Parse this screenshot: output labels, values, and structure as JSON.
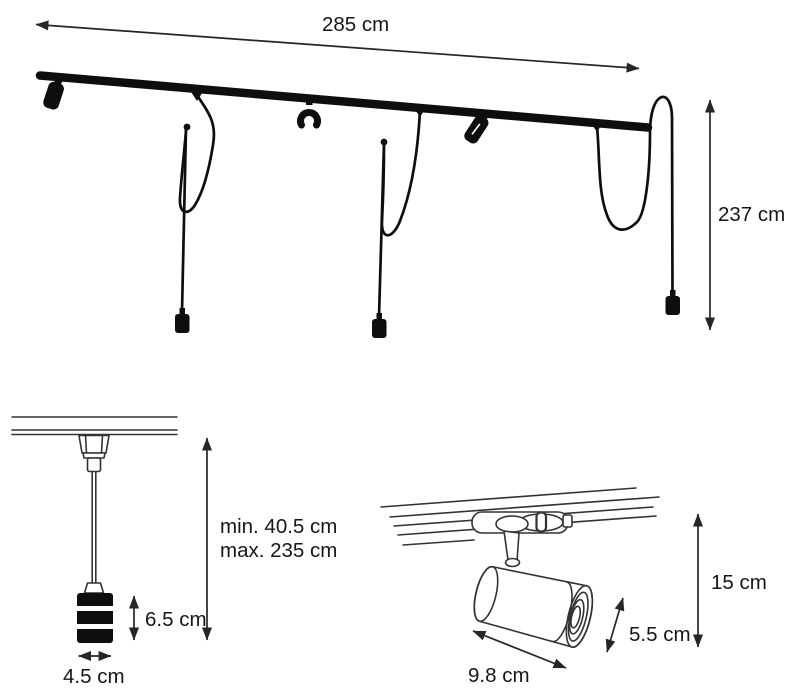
{
  "colors": {
    "background": "#ffffff",
    "ink": "#0e0e0e",
    "drawing_line": "#333333",
    "text": "#161616"
  },
  "overview": {
    "width_label": "285 cm",
    "drop_height_label": "237 cm"
  },
  "pendant_detail": {
    "min_label": "min. 40.5 cm",
    "max_label": "max. 235 cm",
    "socket_height_label": "6.5 cm",
    "socket_width_label": "4.5 cm"
  },
  "spot_detail": {
    "height_label": "15 cm",
    "head_diameter_label": "5.5 cm",
    "body_length_label": "9.8 cm"
  }
}
